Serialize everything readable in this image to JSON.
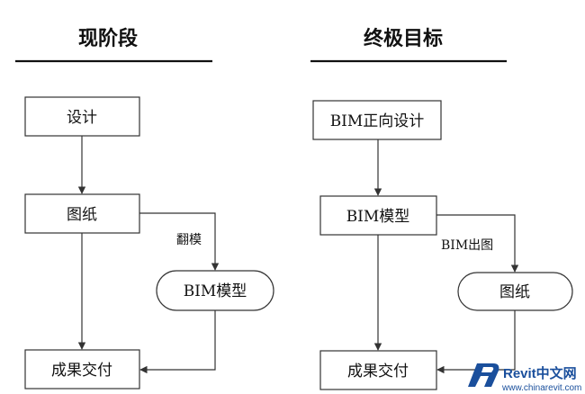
{
  "left": {
    "title": "现阶段",
    "nodes": {
      "design": "设计",
      "drawings": "图纸",
      "bim_model": "BIM模型",
      "delivery": "成果交付"
    },
    "edge_label": "翻模"
  },
  "right": {
    "title": "终极目标",
    "nodes": {
      "bim_design": "BIM正向设计",
      "bim_model": "BIM模型",
      "drawings": "图纸",
      "delivery": "成果交付"
    },
    "edge_label": "BIM出图"
  },
  "watermark": {
    "brand": "Revit中文网",
    "url": "www.chinarevit.com",
    "accent": "#1a4f9c"
  }
}
